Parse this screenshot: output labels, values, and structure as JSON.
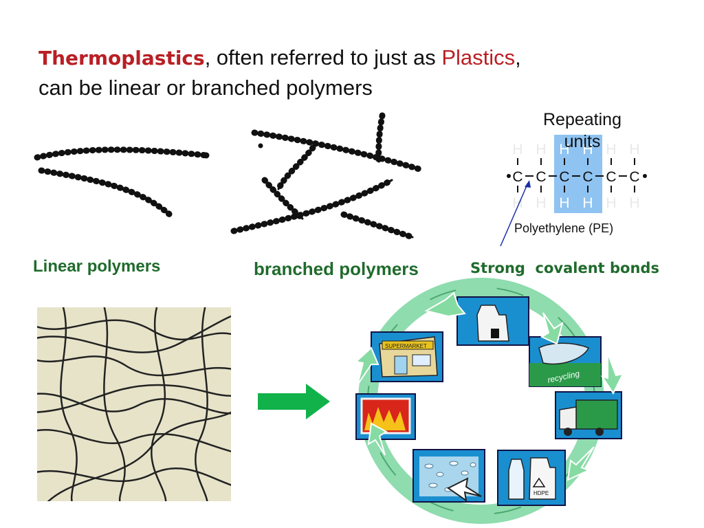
{
  "title": {
    "term": "Thermoplastics",
    "middle": ", often referred to just as ",
    "plastics": "Plastics",
    "comma": ",",
    "line2": "can be linear or branched polymers"
  },
  "labels": {
    "linear": "Linear polymers",
    "branched": "branched polymers",
    "strong_bonds": "Strong  covalent bonds",
    "repeating_units": "Repeating units",
    "polyethylene": "Polyethylene (PE)"
  },
  "molecule": {
    "carbon": "C",
    "hydrogen": "H"
  },
  "cycle": {
    "supermarket": "SUPERMARKET",
    "recycling": "recycling",
    "hdpe": "HDPE"
  },
  "colors": {
    "title_red": "#b91f24",
    "label_green": "#1f6b2c",
    "highlight_blue": "#8fc3f2",
    "arrow_green": "#11b24a",
    "cycle_blue": "#1a8fd0",
    "cycle_arrow": "#7fd6a0"
  }
}
